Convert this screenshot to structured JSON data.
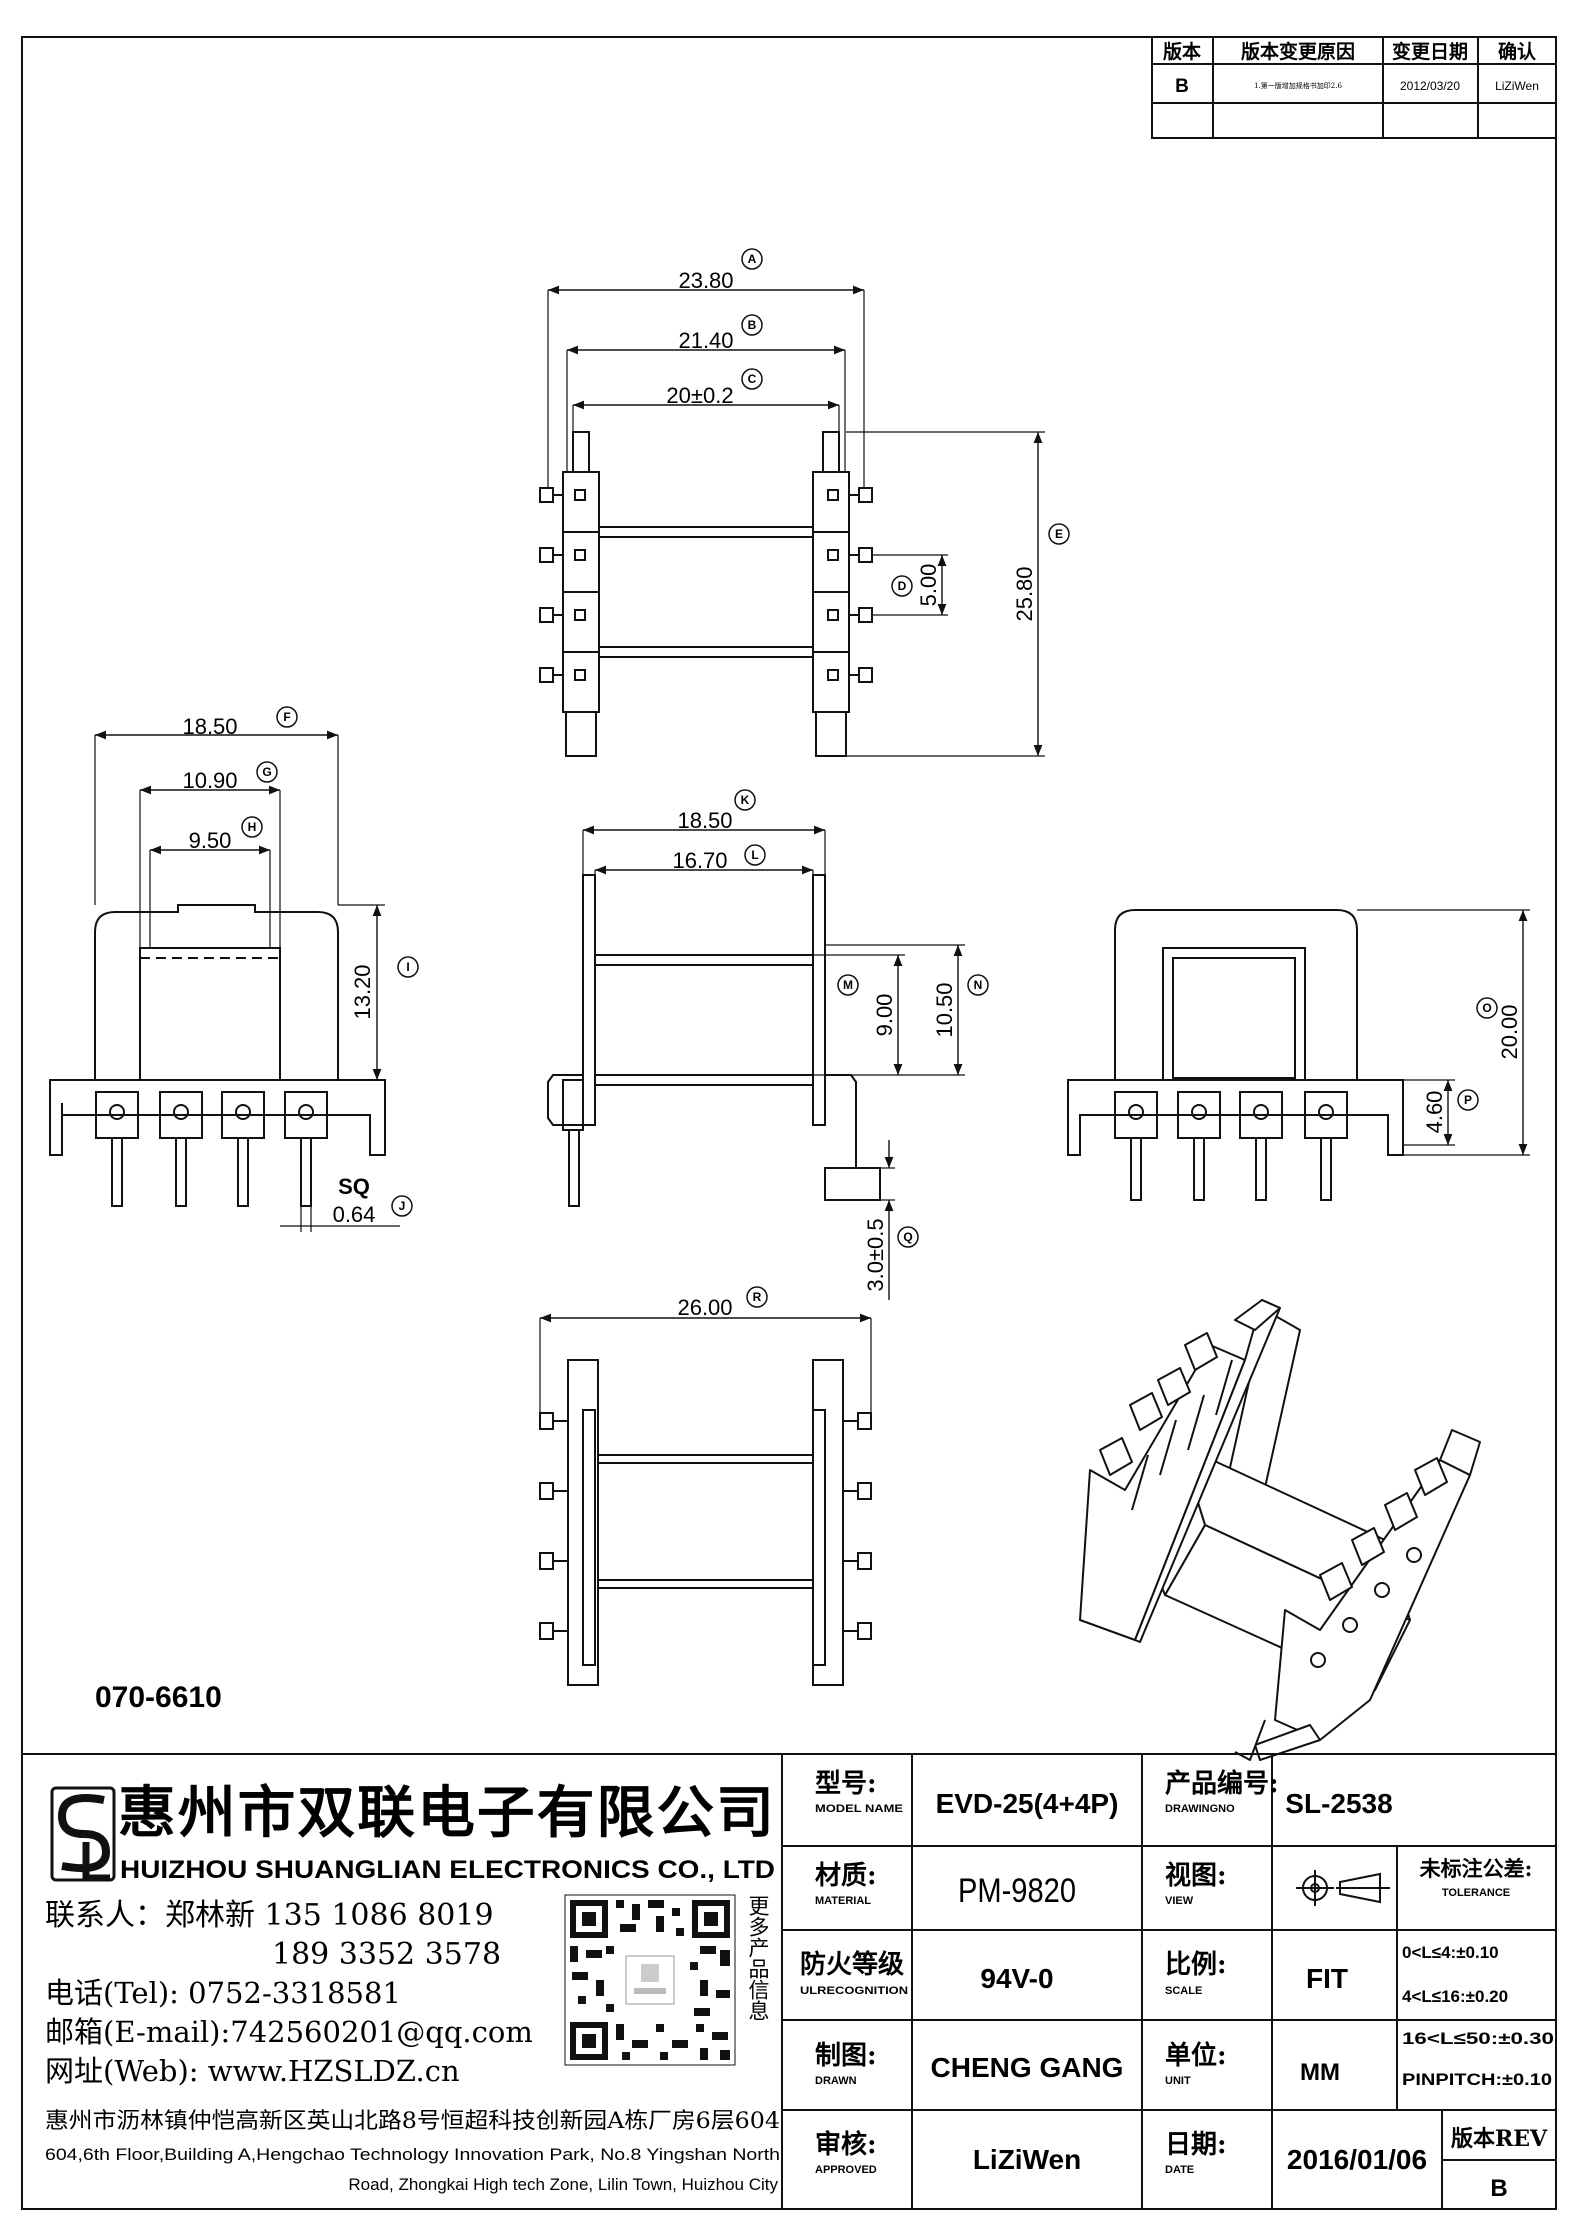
{
  "revision_table": {
    "headers": [
      "版本",
      "版本变更原因",
      "变更日期",
      "确认"
    ],
    "rows": [
      [
        "B",
        "1.第一版增加规格书加印2.6",
        "2012/03/20",
        "LiZiWen"
      ],
      [
        "",
        "",
        "",
        ""
      ]
    ]
  },
  "dimensions": {
    "A": "23.80",
    "B": "21.40",
    "C": "20±0.2",
    "D": "5.00",
    "E": "25.80",
    "F": "18.50",
    "G": "10.90",
    "H": "9.50",
    "I": "13.20",
    "J": "0.64",
    "J_prefix": "SQ",
    "K": "18.50",
    "L": "16.70",
    "M": "9.00",
    "N": "10.50",
    "O": "20.00",
    "P": "4.60",
    "Q": "3.0±0.5",
    "R": "26.00"
  },
  "labels": {
    "A": "A",
    "B": "B",
    "C": "C",
    "D": "D",
    "E": "E",
    "F": "F",
    "G": "G",
    "H": "H",
    "I": "I",
    "J": "J",
    "K": "K",
    "L": "L",
    "M": "M",
    "N": "N",
    "O": "O",
    "P": "P",
    "Q": "Q",
    "R": "R"
  },
  "part_number": "070-6610",
  "company": {
    "name_cn": "惠州市双联电子有限公司",
    "name_en": "HUIZHOU SHUANGLIAN ELECTRONICS CO., LTD",
    "contact": "联系人：郑林新  135 1086 8019",
    "contact2": "189 3352 3578",
    "tel": "电话(Tel): 0752-3318581",
    "email": "邮箱(E-mail):742560201@qq.com",
    "web": "网址(Web): www.HZSLDZ.cn",
    "qr_caption": "更多产品信息",
    "address_cn": "惠州市沥林镇仲恺高新区英山北路8号恒超科技创新园A栋厂房6层604",
    "address_en1": "604,6th Floor,Building A,Hengchao Technology Innovation Park, No.8 Yingshan North",
    "address_en2": "Road, Zhongkai High tech Zone, Lilin Town, Huizhou City"
  },
  "title_block": {
    "model_label": "型号:",
    "model_sub": "MODEL NAME",
    "model": "EVD-25(4+4P)",
    "dwg_label": "产品编号:",
    "dwg_sub": "DRAWINGNO",
    "dwg": "SL-2538",
    "mat_label": "材质:",
    "mat_sub": "MATERIAL",
    "material": "PM-9820",
    "view_label": "视图:",
    "view_sub": "VIEW",
    "tol_label": "未标注公差:",
    "tol_sub": "TOLERANCE",
    "tol1": "0<L≤4:±0.10",
    "tol2": "4<L≤16:±0.20",
    "tol3": "16<L≤50:±0.30",
    "tol4": "PINPITCH:±0.10",
    "fire_label": "防火等级",
    "fire_sub": "ULRECOGNITION",
    "fire": "94V-0",
    "scale_label": "比例:",
    "scale_sub": "SCALE",
    "scale": "FIT",
    "drawn_label": "制图:",
    "drawn_sub": "DRAWN",
    "drawn": "CHENG GANG",
    "unit_label": "单位:",
    "unit_sub": "UNIT",
    "unit": "MM",
    "appr_label": "审核:",
    "appr_sub": "APPROVED",
    "approved": "LiZiWen",
    "date_label": "日期:",
    "date_sub": "DATE",
    "date": "2016/01/06",
    "rev_label": "版本REV",
    "rev": "B"
  }
}
